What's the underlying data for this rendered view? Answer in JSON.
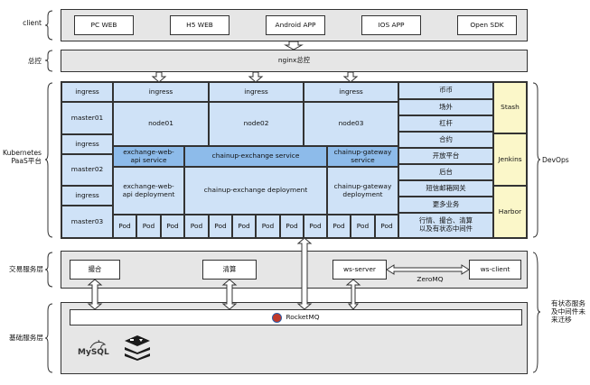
{
  "layers": {
    "client": "client",
    "gateway": "总控",
    "k8s": "Kubernetes\nPaaS平台",
    "trade": "交易服务层",
    "base": "基础服务层",
    "devops": "DevOps",
    "stateful": "有状态服务\n及中间件未\n来迁移"
  },
  "clients": [
    "PC WEB",
    "H5 WEB",
    "Android APP",
    "IOS APP",
    "Open SDK"
  ],
  "nginx": "nginx总控",
  "masters": {
    "ingress1": "ingress",
    "master01": "master01",
    "ingress2": "ingress",
    "master02": "master02",
    "ingress3": "ingress",
    "master03": "master03"
  },
  "nodes": {
    "ingress_a": "ingress",
    "ingress_b": "ingress",
    "ingress_c": "ingress",
    "node01": "node01",
    "node02": "node02",
    "node03": "node03"
  },
  "services": {
    "web_api_service": "exchange-web-\napi service",
    "exchange_service": "chainup-exchange service",
    "gateway_service": "chainup-gateway\nservice",
    "web_api_deploy": "exchange-web-\napi deployment",
    "exchange_deploy": "chainup-exchange deployment",
    "gateway_deploy": "chainup-gateway\ndeployment",
    "pod": "Pod"
  },
  "biz": [
    "币币",
    "场外",
    "杠杆",
    "合约",
    "开放平台",
    "后台",
    "短信邮箱网关",
    "更多业务",
    "行情、撮合、清算\n以及有状态中间件"
  ],
  "devops_tools": [
    "Stash",
    "Jenkins",
    "Harbor"
  ],
  "trade_items": {
    "match": "撮合",
    "clear": "清算",
    "ws_server": "ws-server",
    "ws_client": "ws-client",
    "zeromq": "ZeroMQ"
  },
  "base_items": {
    "rocketmq": "RocketMQ",
    "mysql": "MySQL"
  }
}
